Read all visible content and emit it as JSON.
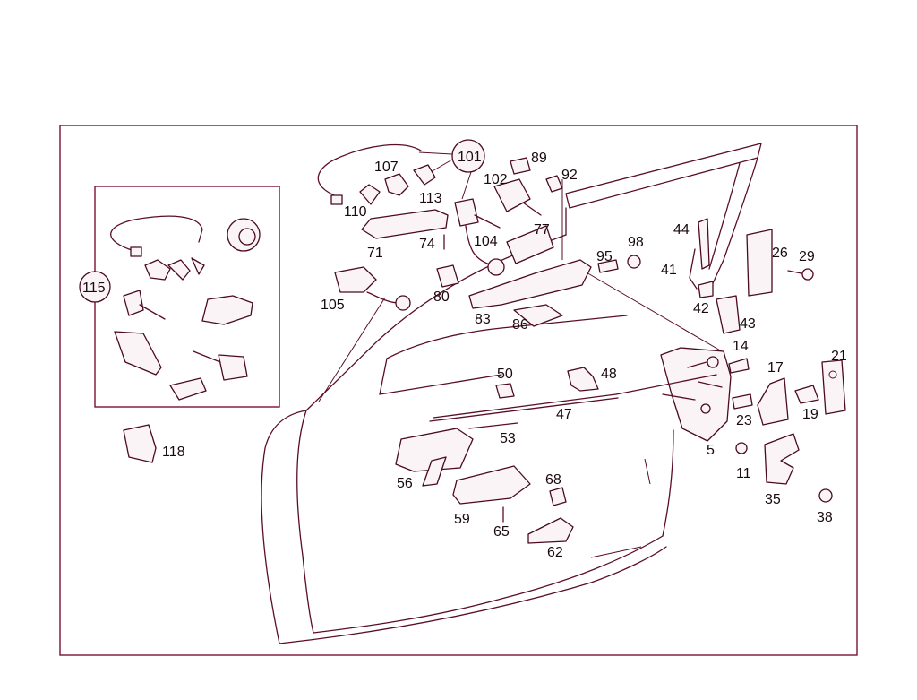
{
  "colors": {
    "line": "#5a0d28",
    "frame": "#7a1030",
    "text": "#1a0a10",
    "background": "#ffffff"
  },
  "labels": {
    "l101": "101",
    "l107": "107",
    "l110": "110",
    "l113": "113",
    "l71": "71",
    "l74": "74",
    "l104": "104",
    "l102": "102",
    "l89": "89",
    "l92": "92",
    "l77": "77",
    "l105": "105",
    "l80": "80",
    "l83": "83",
    "l86": "86",
    "l95": "95",
    "l98": "98",
    "l44": "44",
    "l41": "41",
    "l26": "26",
    "l29": "29",
    "l42": "42",
    "l43": "43",
    "l14": "14",
    "l17": "17",
    "l21": "21",
    "l23": "23",
    "l19": "19",
    "l5": "5",
    "l11": "11",
    "l35": "35",
    "l38": "38",
    "l50": "50",
    "l48": "48",
    "l47": "47",
    "l53": "53",
    "l56": "56",
    "l59": "59",
    "l68": "68",
    "l65": "65",
    "l62": "62",
    "l115": "115",
    "l118": "118"
  }
}
